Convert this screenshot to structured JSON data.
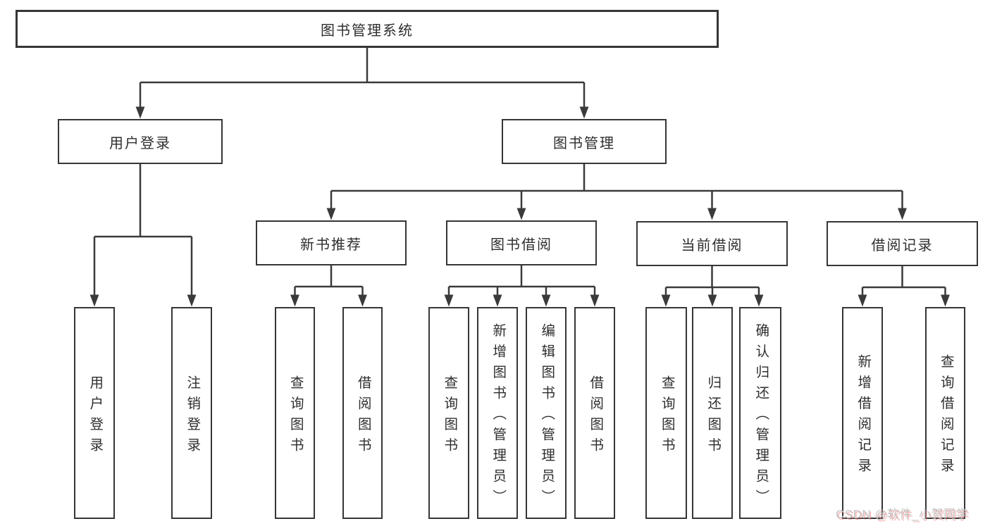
{
  "colors": {
    "line": "#3a3a3a",
    "box_border": "#363636",
    "text": "#2e2e2e",
    "background": "#ffffff",
    "watermark_text": "#c2c2c2",
    "watermark_shadow": "#f27a7a"
  },
  "tree": {
    "root": {
      "label": "图书管理系统"
    },
    "branches": [
      {
        "label": "用户登录",
        "children": [
          {
            "label": "用户登录"
          },
          {
            "label": "注销登录"
          }
        ]
      },
      {
        "label": "图书管理",
        "children": [
          {
            "label": "新书推荐",
            "children": [
              {
                "label": "查询图书"
              },
              {
                "label": "借阅图书"
              }
            ]
          },
          {
            "label": "图书借阅",
            "children": [
              {
                "label": "查询图书"
              },
              {
                "label": "新增图书（管理员）"
              },
              {
                "label": "编辑图书（管理员）"
              },
              {
                "label": "借阅图书"
              }
            ]
          },
          {
            "label": "当前借阅",
            "children": [
              {
                "label": "查询图书"
              },
              {
                "label": "归还图书"
              },
              {
                "label": "确认归还（管理员）"
              }
            ]
          },
          {
            "label": "借阅记录",
            "children": [
              {
                "label": "新增借阅记录"
              },
              {
                "label": "查询借阅记录"
              }
            ]
          }
        ]
      }
    ]
  },
  "watermark": {
    "text": "CSDN @软件_小贺同学"
  }
}
